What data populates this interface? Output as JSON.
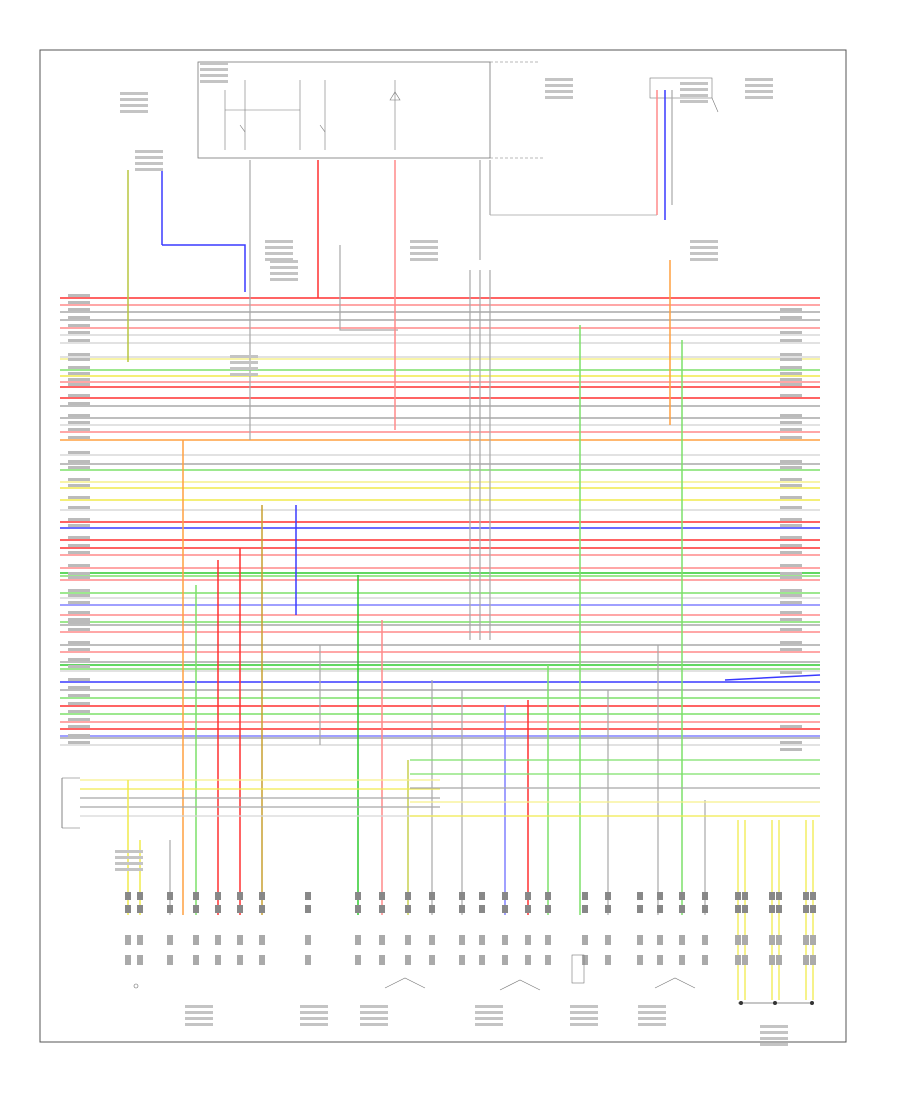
{
  "page": {
    "ref": ""
  },
  "colors": {
    "frame": "#555555",
    "red": "#ff3030",
    "pink": "#ff8a8a",
    "gray": "#a8a8a8",
    "white": "#d8d8d8",
    "lightgreen": "#7de06a",
    "green": "#2ecc2e",
    "yellow": "#f1ea4c",
    "lightyellow": "#f6f08c",
    "orange": "#ffa040",
    "blue": "#3a3aff",
    "lightblue": "#8080ff",
    "black": "#3a3a3a"
  },
  "rows": {
    "red": [
      298,
      387,
      398,
      522,
      540,
      548,
      706,
      729
    ],
    "pink": [
      305,
      328,
      382,
      432,
      555,
      568,
      580,
      615,
      632,
      652,
      722
    ],
    "gray": [
      312,
      320,
      406,
      418,
      464,
      625,
      645,
      662,
      690,
      738
    ],
    "white": [
      335,
      343,
      357,
      425,
      455,
      510,
      598,
      671,
      745
    ],
    "lightgreen": [
      370,
      470,
      576,
      593,
      622,
      669,
      698,
      714
    ],
    "green": [
      573,
      665
    ],
    "yellow": [
      376,
      488,
      500
    ],
    "lightyellow": [
      359,
      482
    ],
    "orange": [
      440
    ],
    "blue": [
      528,
      682
    ],
    "lightblue": [
      605,
      736
    ]
  }
}
